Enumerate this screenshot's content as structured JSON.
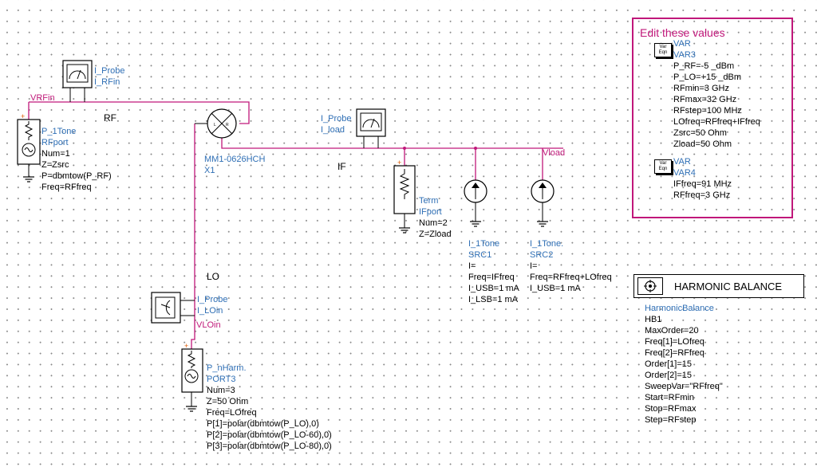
{
  "title_box": {
    "title": "Edit these values"
  },
  "var3": {
    "type": "VAR",
    "name": "VAR3",
    "icon_text": "Var\nEqn",
    "params": [
      "P_RF=-5 _dBm",
      "P_LO=+15 _dBm",
      "RFmin=3 GHz",
      "RFmax=32 GHz",
      "RFstep=100 MHz",
      "LOfreq=RFfreq+IFfreq",
      "Zsrc=50 Ohm",
      "Zload=50 Ohm"
    ]
  },
  "var4": {
    "type": "VAR",
    "name": "VAR4",
    "params": [
      "IFfreq=91 MHz",
      "RFfreq=3 GHz"
    ]
  },
  "probe_rfin": {
    "type": "I_Probe",
    "name": "I_RFin"
  },
  "probe_load": {
    "type": "I_Probe",
    "name": "I_load"
  },
  "probe_loin": {
    "type": "I_Probe",
    "name": "I_LOin"
  },
  "rf_port": {
    "type": "P_1Tone",
    "name": "RFport",
    "params": [
      "Num=1",
      "Z=Zsrc",
      "P=dbmtow(P_RF)",
      "Freq=RFfreq"
    ]
  },
  "mixer": {
    "type": "MM1-0626HCH",
    "name": "X1"
  },
  "term": {
    "type": "Term",
    "name": "IFport",
    "params": [
      "Num=2",
      "Z=Zload"
    ]
  },
  "src1": {
    "type": "I_1Tone",
    "name": "SRC1",
    "params": [
      "I=",
      "Freq=IFfreq",
      "I_USB=1 mA",
      "I_LSB=1 mA"
    ]
  },
  "src2": {
    "type": "I_1Tone.",
    "name": "SRC2",
    "params": [
      "I=",
      "Freq=RFfreq+LOfreq",
      "I_USB=1 mA"
    ]
  },
  "lo_port": {
    "type": "P_nHarm.",
    "name": "PORT3",
    "params": [
      "Num=3",
      "Z=50 Ohm",
      "Freq=LOfreq",
      "P[1]=polar(dbmtow(P_LO),0)",
      "P[2]=polar(dbmtow(P_LO-60),0)",
      "P[3]=polar(dbmtow(P_LO-80),0)"
    ]
  },
  "hb": {
    "header": "HARMONIC BALANCE",
    "type": "HarmonicBalance",
    "name": "HB1",
    "params": [
      "MaxOrder=20",
      "Freq[1]=LOfreq",
      "Freq[2]=RFfreq",
      "Order[1]=15",
      "Order[2]=15",
      "SweepVar=\"RFfreq\"",
      "Start=RFmin",
      "Stop=RFmax",
      "Step=RFstep"
    ]
  },
  "nets": {
    "vrfin": "VRFin",
    "vload": "Vload",
    "vloin": "VLOin",
    "rf": "RF",
    "if": "IF",
    "lo": "LO"
  },
  "colors": {
    "wire": "#c0177a",
    "component": "#000000",
    "text_blue": "#2f6fb5",
    "box_border": "#c0177a"
  }
}
